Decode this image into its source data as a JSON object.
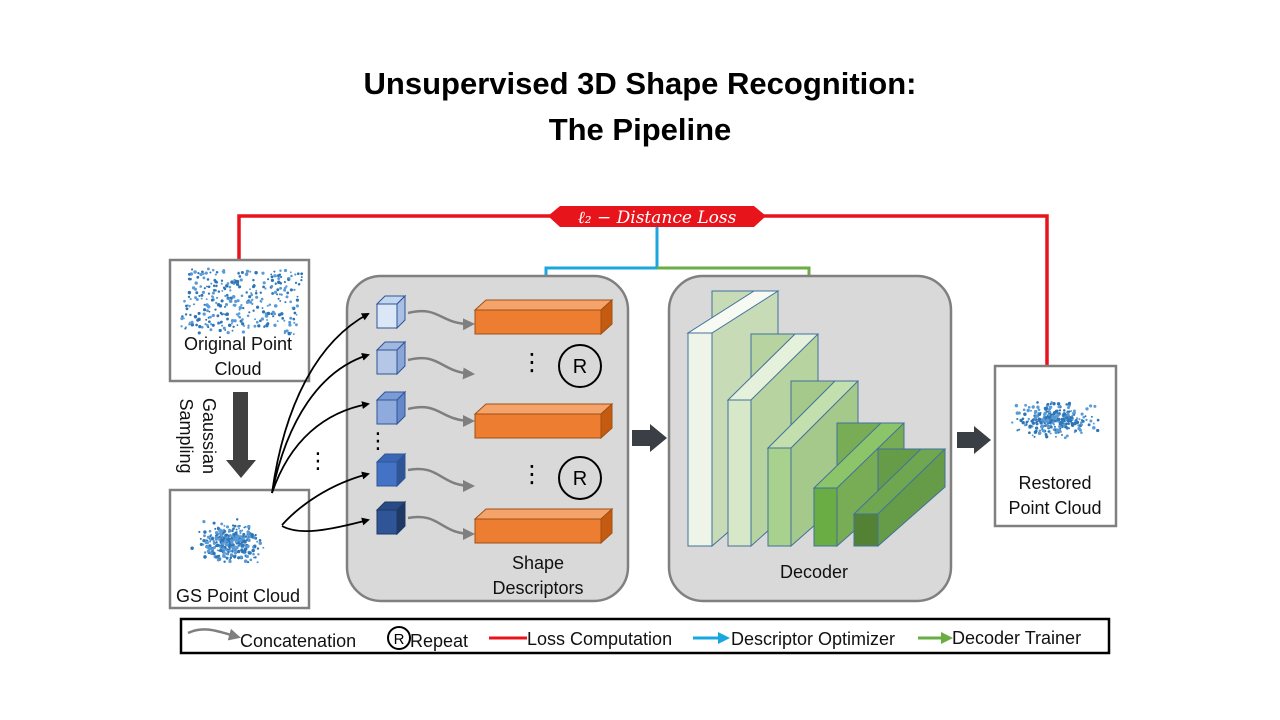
{
  "title": {
    "line1": "Unsupervised 3D Shape Recognition:",
    "line2": "The Pipeline"
  },
  "loss_tag": "ℓ₂ − Distance Loss",
  "boxes": {
    "original": [
      "Original Point",
      "Cloud"
    ],
    "gs": "GS Point Cloud",
    "restored": [
      "Restored",
      "Point Cloud"
    ]
  },
  "sampling_label": [
    "Gaussian",
    "Sampling"
  ],
  "shape_descriptors_label": [
    "Shape",
    "Descriptors"
  ],
  "decoder_label": "Decoder",
  "repeat_symbol": "R",
  "legend": {
    "concatenation": "Concatenation",
    "repeat": "Repeat",
    "loss": "Loss Computation",
    "descriptor": "Descriptor Optimizer",
    "decoder": "Decoder Trainer"
  },
  "colors": {
    "loss": "#e8141b",
    "descriptor": "#1aa7e0",
    "decoder_trainer": "#6aad45",
    "descriptor_block": "#ed7d31",
    "panel": "#d9d9d9",
    "point": "#2e75b6"
  }
}
